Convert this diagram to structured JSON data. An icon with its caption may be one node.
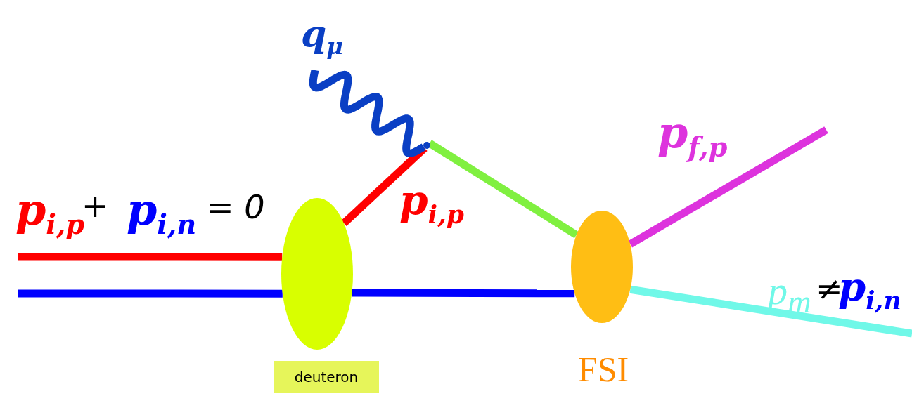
{
  "diagram": {
    "nodes": [
      {
        "text": [],
        "shape": "ellipse",
        "beside": [
          "deuteron"
        ]
      },
      {
        "text": [],
        "shape": "point"
      },
      {
        "text": [],
        "shape": "ellipse",
        "beside": [
          "FSI"
        ]
      }
    ],
    "edges": [
      {
        "from": null,
        "to": 0,
        "arrow": "none",
        "color": "#ff0000"
      },
      {
        "from": null,
        "to": 0,
        "arrow": "none",
        "color": "#0000ff"
      },
      {
        "from": 0,
        "to": 1,
        "arrow": "none",
        "color": "#ff0000",
        "label": "p$_{i,p}$"
      },
      {
        "from": null,
        "to": 1,
        "arrow": "none",
        "color": "#0a3fc4",
        "label": "q$_{μ}$"
      },
      {
        "from": 1,
        "to": 2,
        "arrow": "none",
        "color": "#80f040"
      },
      {
        "from": 0,
        "to": 2,
        "arrow": "none",
        "color": "#0000ff"
      },
      {
        "from": 2,
        "to": null,
        "arrow": "none",
        "color": "#dd33dd",
        "label": "p$_{f,p}$"
      },
      {
        "from": 2,
        "to": null,
        "arrow": "none",
        "color": "#70f8e8",
        "label": "p$_{m}$"
      }
    ],
    "labels": [
      "p$_{i,p}$",
      "+",
      "p$_{i,n}$",
      "= 0",
      "≠",
      "p$_{i,n}$"
    ]
  }
}
